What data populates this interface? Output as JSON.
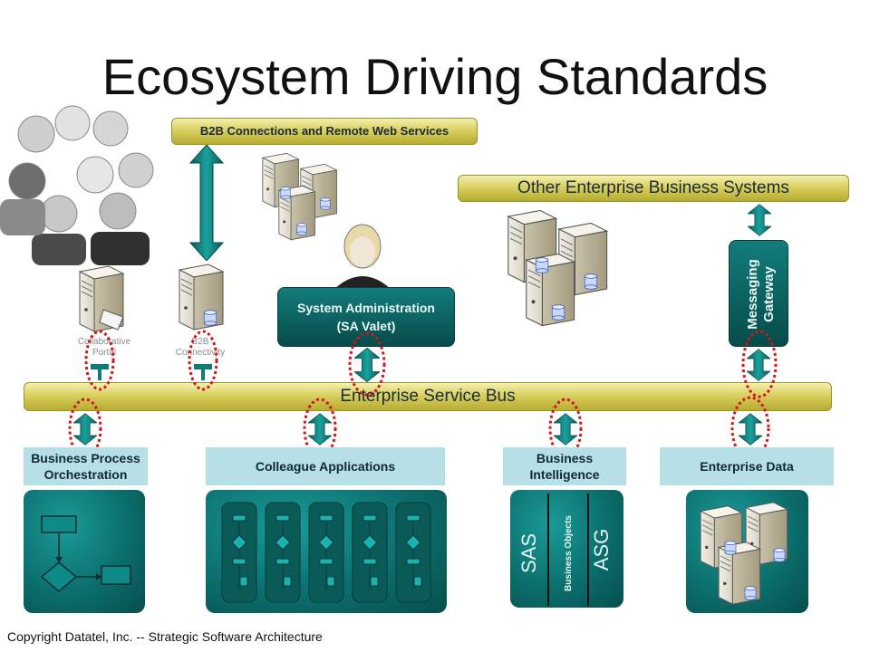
{
  "title": "Ecosystem Driving Standards",
  "b2b_connections_label": "B2B Connections and Remote Web Services",
  "other_systems_label": "Other Enterprise Business Systems",
  "esb_label": "Enterprise Service Bus",
  "sys_admin": {
    "line1": "System Administration",
    "line2": "(SA Valet)"
  },
  "messaging_gateway": {
    "line1": "Messaging",
    "line2": "Gateway"
  },
  "server_labels": {
    "collaborative_portal": {
      "line1": "Collaborative",
      "line2": "Portal"
    },
    "b2b_connectivity": {
      "line1": "B2B",
      "line2": "Connectivity"
    }
  },
  "bottom_sections": {
    "bpo": {
      "line1": "Business Process",
      "line2": "Orchestration"
    },
    "colleague": "Colleague Applications",
    "bi": {
      "line1": "Business",
      "line2": "Intelligence"
    },
    "enterprise_data": "Enterprise Data"
  },
  "bi_box": {
    "sas": "SAS",
    "business_objects": "Business Objects",
    "asg": "ASG"
  },
  "footer": "Copyright Datatel, Inc.  -- Strategic Software Architecture",
  "colors": {
    "teal": "#0b6e6c",
    "gold": "#d9d060",
    "light_blue": "#b7dfe6",
    "red_dotted": "#d01818"
  }
}
